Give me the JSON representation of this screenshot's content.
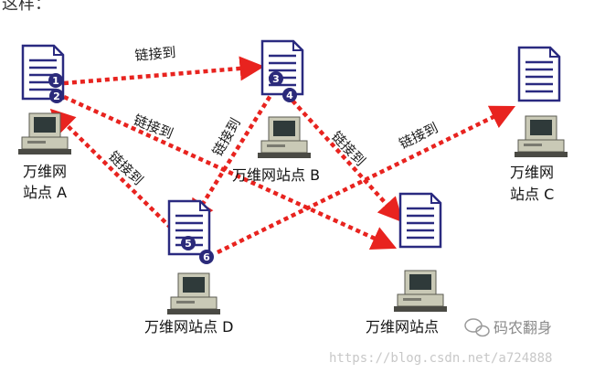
{
  "header": {
    "title": "这样："
  },
  "link_label": "链接到",
  "sites": {
    "A": {
      "label_line1": "万维网",
      "label_line2": "站点 A"
    },
    "B": {
      "label": "万维网站点 B"
    },
    "C": {
      "label_line1": "万维网",
      "label_line2": "站点 C"
    },
    "D": {
      "label": "万维网站点 D"
    },
    "E": {
      "label": "万维网站点"
    }
  },
  "badges": [
    "1",
    "2",
    "3",
    "4",
    "5",
    "6"
  ],
  "watermark": {
    "brand": "码农翻身",
    "url": "https://blog.csdn.net/a724888"
  },
  "colors": {
    "arrow": "#e8231f",
    "document_outline": "#2a2a80",
    "document_lines": "#2a2a80",
    "badge_fill": "#2b2a7a",
    "computer_body": "#c9c9b6",
    "computer_dark": "#4a4a44"
  }
}
